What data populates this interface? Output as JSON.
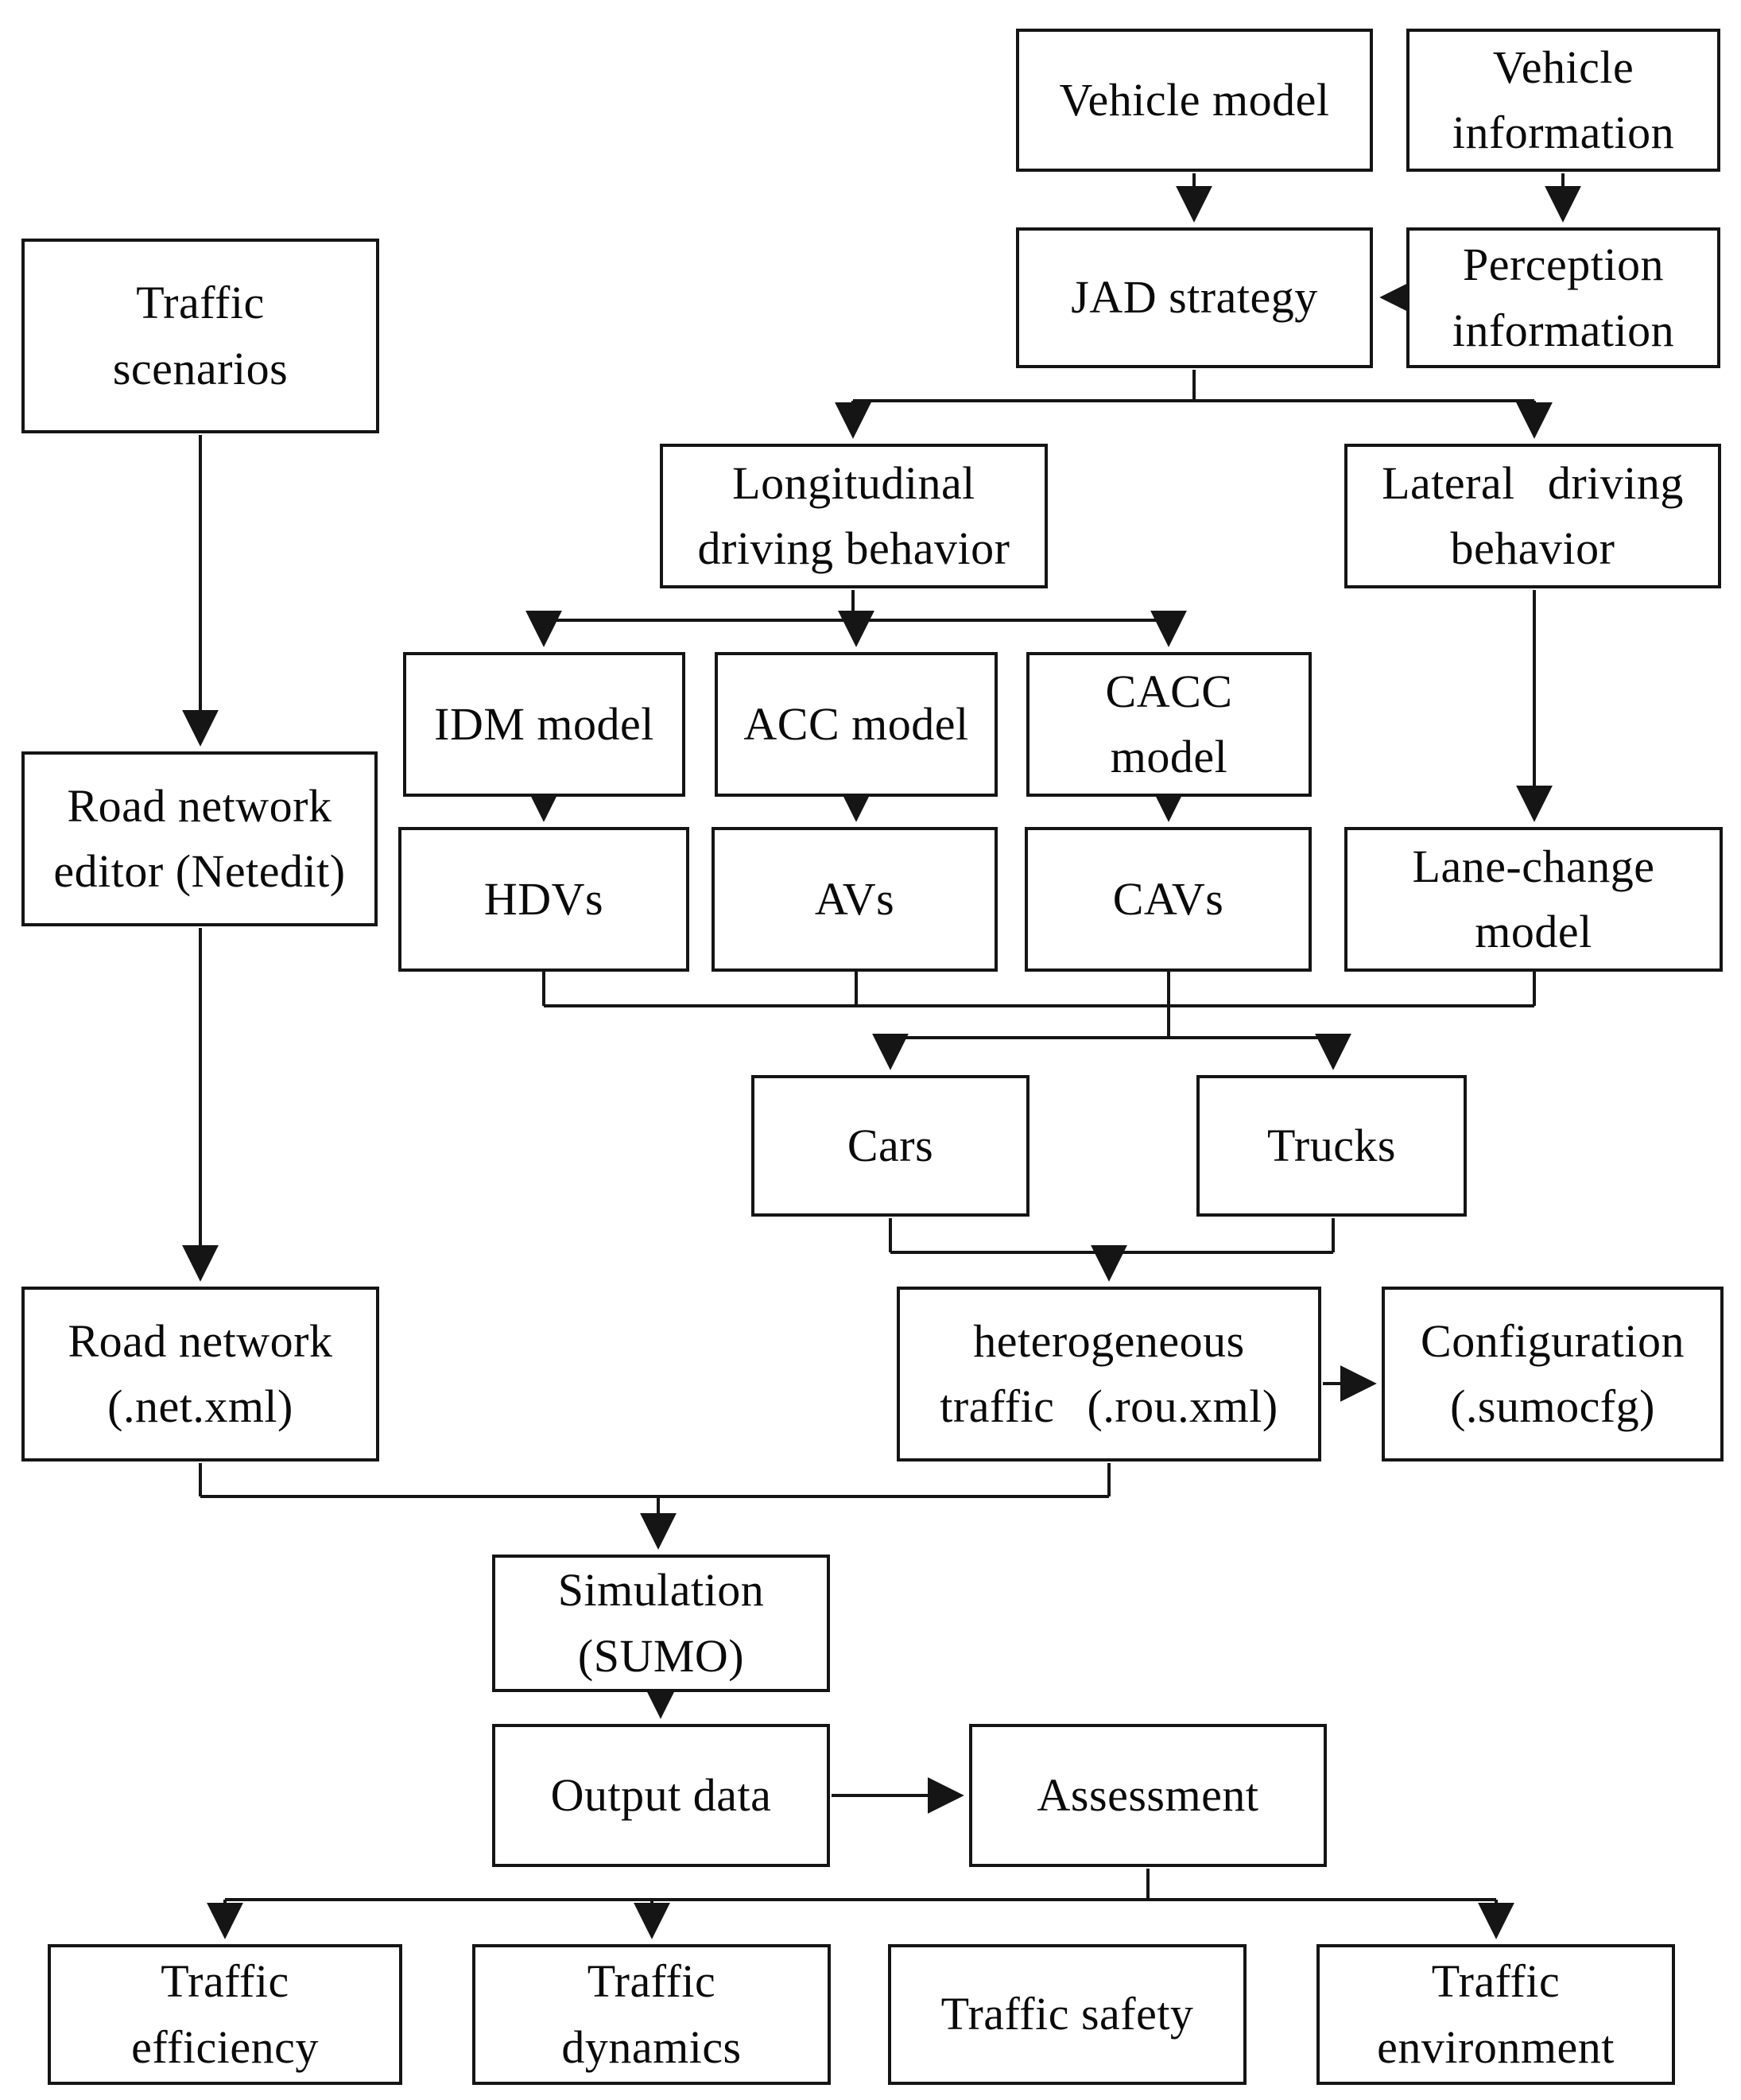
{
  "figure": {
    "type": "flowchart",
    "description_hint": "SUMO heterogeneous traffic simulation workflow"
  },
  "nodes": {
    "vehicle_model": {
      "label": "Vehicle model"
    },
    "vehicle_information": {
      "label": "Vehicle\ninformation"
    },
    "jad_strategy": {
      "label": "JAD strategy"
    },
    "perception_information": {
      "label": "Perception\ninformation"
    },
    "traffic_scenarios": {
      "label": "Traffic\nscenarios"
    },
    "longitudinal_driving_behavior": {
      "label": "Longitudinal\ndriving behavior"
    },
    "lateral_driving_behavior": {
      "label": "Lateral driving\nbehavior"
    },
    "idm_model": {
      "label": "IDM model"
    },
    "acc_model": {
      "label": "ACC model"
    },
    "cacc_model": {
      "label": "CACC\nmodel"
    },
    "hdvs": {
      "label": "HDVs"
    },
    "avs": {
      "label": "AVs"
    },
    "cavs": {
      "label": "CAVs"
    },
    "lane_change_model": {
      "label": "Lane-change\nmodel"
    },
    "road_network_editor": {
      "label": "Road network\neditor (Netedit)"
    },
    "cars": {
      "label": "Cars"
    },
    "trucks": {
      "label": "Trucks"
    },
    "road_network_file": {
      "label": "Road network\n(.net.xml)"
    },
    "heterogeneous_traffic": {
      "label": "heterogeneous\ntraffic (.rou.xml)"
    },
    "configuration": {
      "label": "Configuration\n(.sumocfg)"
    },
    "simulation": {
      "label": "Simulation\n(SUMO)"
    },
    "output_data": {
      "label": "Output data"
    },
    "assessment": {
      "label": "Assessment"
    },
    "traffic_efficiency": {
      "label": "Traffic\nefficiency"
    },
    "traffic_dynamics": {
      "label": "Traffic\ndynamics"
    },
    "traffic_safety": {
      "label": "Traffic safety"
    },
    "traffic_environment": {
      "label": "Traffic\nenvironment"
    }
  },
  "edges": [
    {
      "from": "vehicle_model",
      "to": "jad_strategy"
    },
    {
      "from": "vehicle_information",
      "to": "perception_information"
    },
    {
      "from": "perception_information",
      "to": "jad_strategy"
    },
    {
      "from": "jad_strategy",
      "to": "longitudinal_driving_behavior"
    },
    {
      "from": "jad_strategy",
      "to": "lateral_driving_behavior"
    },
    {
      "from": "longitudinal_driving_behavior",
      "to": "idm_model"
    },
    {
      "from": "longitudinal_driving_behavior",
      "to": "acc_model"
    },
    {
      "from": "longitudinal_driving_behavior",
      "to": "cacc_model"
    },
    {
      "from": "idm_model",
      "to": "hdvs"
    },
    {
      "from": "acc_model",
      "to": "avs"
    },
    {
      "from": "cacc_model",
      "to": "cavs"
    },
    {
      "from": "lateral_driving_behavior",
      "to": "lane_change_model"
    },
    {
      "from": "hdvs, avs, cavs, lane_change_model",
      "to": "cars"
    },
    {
      "from": "hdvs, avs, cavs, lane_change_model",
      "to": "trucks"
    },
    {
      "from": "cars, trucks",
      "to": "heterogeneous_traffic"
    },
    {
      "from": "heterogeneous_traffic",
      "to": "configuration"
    },
    {
      "from": "traffic_scenarios",
      "to": "road_network_editor"
    },
    {
      "from": "road_network_editor",
      "to": "road_network_file"
    },
    {
      "from": "road_network_file, heterogeneous_traffic",
      "to": "simulation"
    },
    {
      "from": "simulation",
      "to": "output_data"
    },
    {
      "from": "output_data",
      "to": "assessment"
    },
    {
      "from": "assessment",
      "to": "traffic_efficiency"
    },
    {
      "from": "assessment",
      "to": "traffic_dynamics"
    },
    {
      "from": "assessment",
      "to": "traffic_environment"
    }
  ],
  "colors": {
    "line": "#151515",
    "background": "#ffffff",
    "text": "#0a0a0a"
  }
}
